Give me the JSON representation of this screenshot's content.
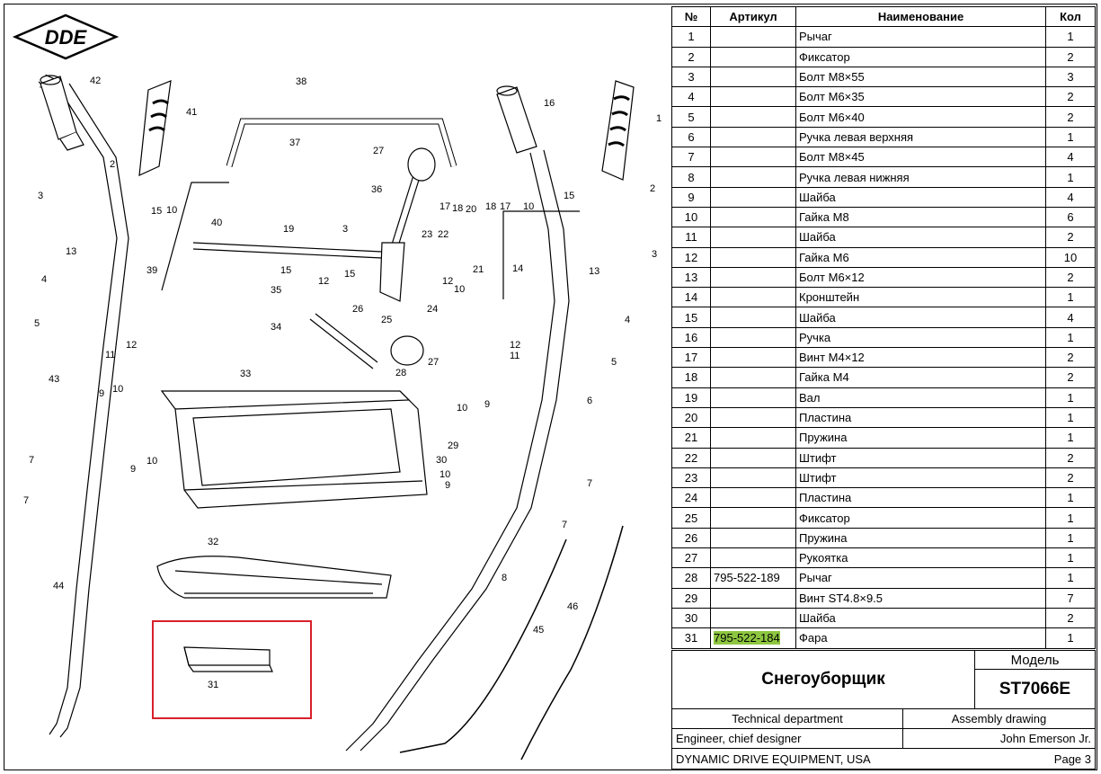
{
  "logo": {
    "text": "DDE"
  },
  "table": {
    "headers": {
      "no": "№",
      "article": "Артикул",
      "name": "Наименование",
      "qty": "Кол"
    },
    "rows": [
      {
        "no": "1",
        "article": "",
        "name": "Рычаг",
        "qty": "1"
      },
      {
        "no": "2",
        "article": "",
        "name": "Фиксатор",
        "qty": "2"
      },
      {
        "no": "3",
        "article": "",
        "name": "Болт М8×55",
        "qty": "3"
      },
      {
        "no": "4",
        "article": "",
        "name": "Болт М6×35",
        "qty": "2"
      },
      {
        "no": "5",
        "article": "",
        "name": "Болт М6×40",
        "qty": "2"
      },
      {
        "no": "6",
        "article": "",
        "name": "Ручка левая верхняя",
        "qty": "1"
      },
      {
        "no": "7",
        "article": "",
        "name": "Болт М8×45",
        "qty": "4"
      },
      {
        "no": "8",
        "article": "",
        "name": "Ручка левая нижняя",
        "qty": "1"
      },
      {
        "no": "9",
        "article": "",
        "name": "Шайба",
        "qty": "4"
      },
      {
        "no": "10",
        "article": "",
        "name": "Гайка М8",
        "qty": "6"
      },
      {
        "no": "11",
        "article": "",
        "name": "Шайба",
        "qty": "2"
      },
      {
        "no": "12",
        "article": "",
        "name": "Гайка М6",
        "qty": "10"
      },
      {
        "no": "13",
        "article": "",
        "name": "Болт М6×12",
        "qty": "2"
      },
      {
        "no": "14",
        "article": "",
        "name": "Кронштейн",
        "qty": "1"
      },
      {
        "no": "15",
        "article": "",
        "name": "Шайба",
        "qty": "4"
      },
      {
        "no": "16",
        "article": "",
        "name": "Ручка",
        "qty": "1"
      },
      {
        "no": "17",
        "article": "",
        "name": "Винт М4×12",
        "qty": "2"
      },
      {
        "no": "18",
        "article": "",
        "name": "Гайка М4",
        "qty": "2"
      },
      {
        "no": "19",
        "article": "",
        "name": "Вал",
        "qty": "1"
      },
      {
        "no": "20",
        "article": "",
        "name": "Пластина",
        "qty": "1"
      },
      {
        "no": "21",
        "article": "",
        "name": "Пружина",
        "qty": "1"
      },
      {
        "no": "22",
        "article": "",
        "name": "Штифт",
        "qty": "2"
      },
      {
        "no": "23",
        "article": "",
        "name": "Штифт",
        "qty": "2"
      },
      {
        "no": "24",
        "article": "",
        "name": "Пластина",
        "qty": "1"
      },
      {
        "no": "25",
        "article": "",
        "name": "Фиксатор",
        "qty": "1"
      },
      {
        "no": "26",
        "article": "",
        "name": "Пружина",
        "qty": "1"
      },
      {
        "no": "27",
        "article": "",
        "name": "Рукоятка",
        "qty": "1"
      },
      {
        "no": "28",
        "article": "795-522-189",
        "name": "Рычаг",
        "qty": "1"
      },
      {
        "no": "29",
        "article": "",
        "name": "Винт ST4.8×9.5",
        "qty": "7"
      },
      {
        "no": "30",
        "article": "",
        "name": "Шайба",
        "qty": "2"
      },
      {
        "no": "31",
        "article": "795-522-184",
        "name": "Фара",
        "qty": "1",
        "highlight": true
      }
    ]
  },
  "titleblock": {
    "product": "Снегоуборщик",
    "model_label": "Модель",
    "model": "ST7066E",
    "department": "Technical department",
    "doc_type": "Assembly drawing",
    "role": "Engineer, chief designer",
    "person": "John Emerson Jr.",
    "company": "DYNAMIC DRIVE EQUIPMENT, USA",
    "page": "Page 3"
  },
  "callouts": [
    "1",
    "2",
    "3",
    "4",
    "5",
    "6",
    "7",
    "8",
    "9",
    "10",
    "11",
    "12",
    "13",
    "14",
    "15",
    "16",
    "17",
    "18",
    "19",
    "20",
    "21",
    "22",
    "23",
    "24",
    "25",
    "26",
    "27",
    "28",
    "29",
    "30",
    "31",
    "32",
    "33",
    "34",
    "35",
    "36",
    "37",
    "38",
    "39",
    "40",
    "41",
    "42",
    "43",
    "44",
    "45",
    "46"
  ],
  "colors": {
    "highlight": "#8dc63f",
    "frame": "#d9202a"
  }
}
